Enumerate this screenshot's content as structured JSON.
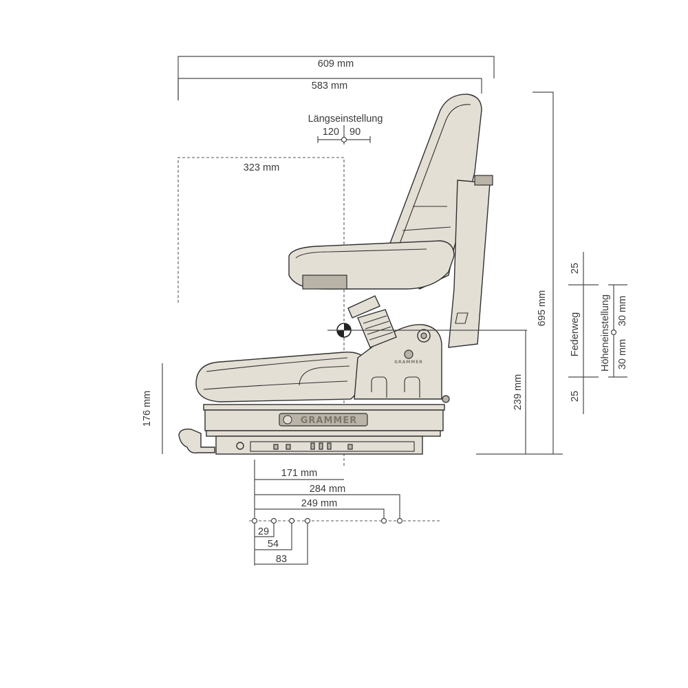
{
  "dimensions": {
    "overall_depth": "609 mm",
    "backrest_depth": "583 mm",
    "longitudinal_label": "Längseinstellung",
    "longitudinal_back": "120",
    "longitudinal_forward": "90",
    "armrest_to_center": "323 mm",
    "overall_height": "695 mm",
    "center_height": "239 mm",
    "cushion_height": "176 mm",
    "center_offset": "171 mm",
    "mount_284": "284 mm",
    "mount_249": "249 mm",
    "hole_29": "29",
    "hole_54": "54",
    "hole_83": "83",
    "suspension_top": "25",
    "suspension_bottom": "25",
    "suspension_label": "Federweg",
    "height_adjust_label": "Höheneinstellung",
    "height_up": "30 mm",
    "height_down": "30 mm"
  },
  "brand": {
    "name": "GRAMMER",
    "small_name": "GRAMMER"
  },
  "colors": {
    "seat_fill": "#e4dfd5",
    "outline": "#2f2f2f",
    "dimension_line": "#4a4a4a"
  }
}
